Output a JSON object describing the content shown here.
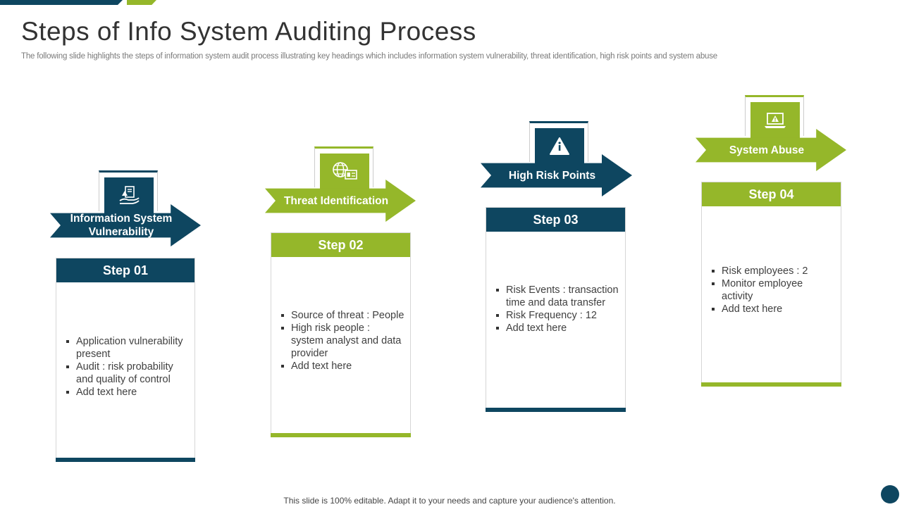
{
  "title": "Steps of Info System Auditing Process",
  "subtitle": "The following slide highlights the steps of information system audit process illustrating key headings which includes information system vulnerability, threat identification, high risk points and system abuse",
  "footer": "This slide is 100% editable. Adapt it to your needs and capture your audience's attention.",
  "colors": {
    "teal": "#0e4660",
    "green": "#95b72a"
  },
  "steps": [
    {
      "heading": "Information System\nVulnerability",
      "label": "Step 01",
      "icon": "hand-document-icon",
      "color": "teal",
      "bullets": [
        "Application vulnerability present",
        "Audit : risk probability and quality of control",
        "Add text here"
      ]
    },
    {
      "heading": "Threat Identification",
      "label": "Step 02",
      "icon": "globe-id-card-icon",
      "color": "green",
      "bullets": [
        "Source of threat : People",
        "High risk people : system analyst and data provider",
        "Add text here"
      ]
    },
    {
      "heading": "High Risk Points",
      "label": "Step 03",
      "icon": "warning-info-icon",
      "color": "teal",
      "bullets": [
        "Risk Events : transaction time and data transfer",
        "Risk Frequency : 12",
        "Add text here"
      ]
    },
    {
      "heading": "System Abuse",
      "label": "Step 04",
      "icon": "laptop-warning-icon",
      "color": "green",
      "bullets": [
        "Risk employees : 2",
        "Monitor employee activity",
        "Add text here"
      ]
    }
  ]
}
